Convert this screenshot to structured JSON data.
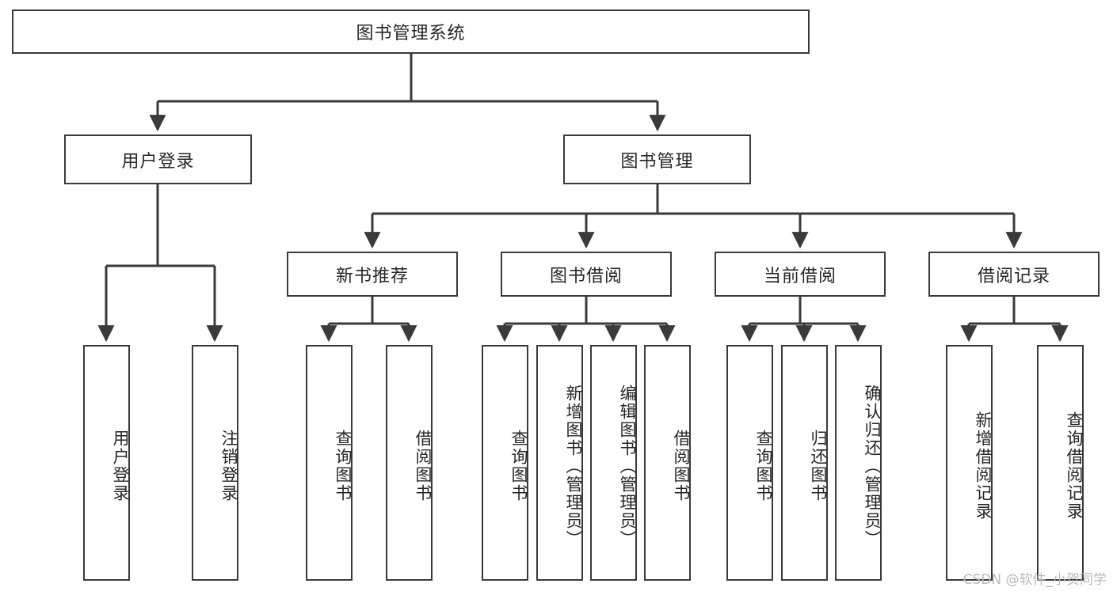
{
  "diagram": {
    "title": "图书管理系统",
    "type": "tree-hierarchy",
    "watermark": "CSDN @软件_小贺同学",
    "colors": {
      "box_border": "#3a3a3a",
      "box_fill": "#ffffff",
      "edge": "#3a3a3a",
      "text": "#262626",
      "watermark": "#b9b9b9",
      "background": "#ffffff"
    },
    "root": {
      "label": "图书管理系统"
    },
    "level2": [
      {
        "label": "用户登录"
      },
      {
        "label": "图书管理"
      }
    ],
    "level3": [
      {
        "label": "新书推荐"
      },
      {
        "label": "图书借阅"
      },
      {
        "label": "当前借阅"
      },
      {
        "label": "借阅记录"
      }
    ],
    "leaves": {
      "user_login": [
        {
          "label": "用户登录"
        },
        {
          "label": "注销登录"
        }
      ],
      "new_book_recommend": [
        {
          "label": "查询图书"
        },
        {
          "label": "借阅图书"
        }
      ],
      "book_borrow": [
        {
          "label": "查询图书"
        },
        {
          "label": "新增图书（管理员）"
        },
        {
          "label": "编辑图书（管理员）"
        },
        {
          "label": "借阅图书"
        }
      ],
      "current_borrow": [
        {
          "label": "查询图书"
        },
        {
          "label": "归还图书"
        },
        {
          "label": "确认归还（管理员）"
        }
      ],
      "borrow_record": [
        {
          "label": "新增借阅记录"
        },
        {
          "label": "查询借阅记录"
        }
      ]
    }
  }
}
